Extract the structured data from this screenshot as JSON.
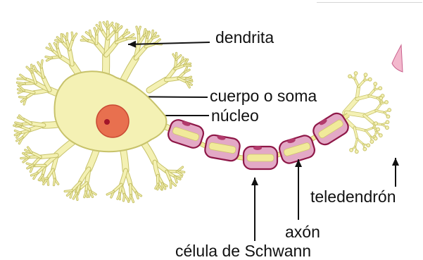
{
  "labels": {
    "dendrite": "dendrita",
    "soma": "cuerpo o soma",
    "nucleus": "núcleo",
    "telodendron": "teledendrón",
    "axon": "axón",
    "schwann": "célula de Schwann"
  },
  "colors": {
    "cytoplasm": "#f4f1b4",
    "outline": "#c7c26a",
    "nucleus": "#e8704f",
    "nucleolus": "#a3162a",
    "myelin": "#e3a9c6",
    "myelin_outline": "#8e1747",
    "axon_core": "#f1ea9a",
    "arrow": "#111111"
  }
}
